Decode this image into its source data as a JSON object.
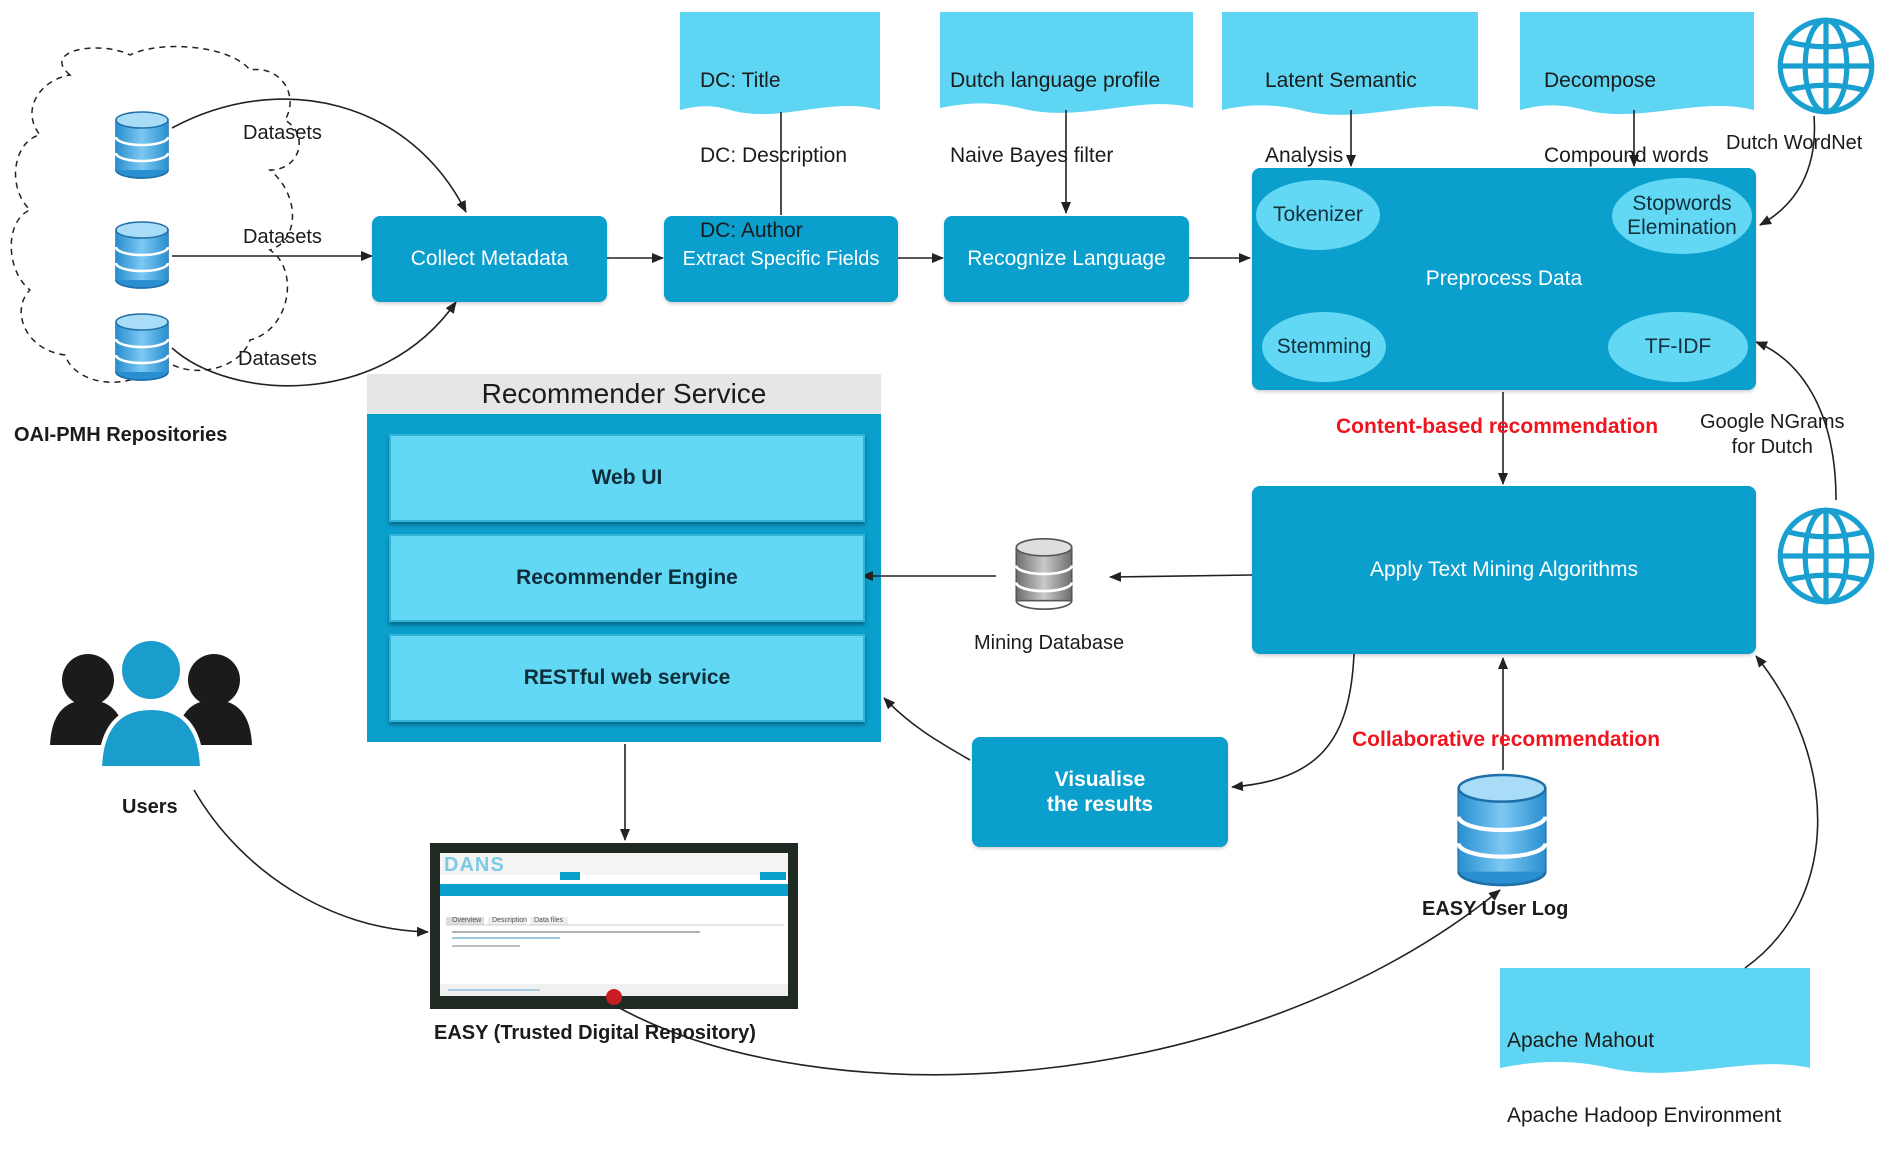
{
  "colors": {
    "process_box": "#0a9fcc",
    "light_box": "#63d8f5",
    "document_shape": "#5dd5f3",
    "emphasis_text": "#f0141e",
    "arrow": "#222222"
  },
  "repositories": {
    "label": "OAI-PMH Repositories",
    "datasets": [
      "Datasets",
      "Datasets",
      "Datasets"
    ]
  },
  "processes": {
    "collect": "Collect Metadata",
    "extract": "Extract Specific Fields",
    "recognize": "Recognize Language",
    "preprocess": "Preprocess Data",
    "apply": "Apply Text Mining Algorithms",
    "visualise_line1": "Visualise",
    "visualise_line2": "the results"
  },
  "preprocess_steps": {
    "tokenizer": "Tokenizer",
    "stopwords_line1": "Stopwords",
    "stopwords_line2": "Elemination",
    "stemming": "Stemming",
    "tfidf": "TF-IDF"
  },
  "documents": {
    "dc_fields": [
      "DC: Title",
      "DC: Description",
      "DC: Author"
    ],
    "language": [
      "Dutch language profile",
      "Naive Bayes filter"
    ],
    "lsa": [
      "Latent Semantic",
      "Analysis"
    ],
    "compound": [
      "Decompose",
      "Compound words"
    ],
    "mahout": [
      "Apache Mahout",
      "Apache Hadoop Environment"
    ]
  },
  "external": {
    "wordnet": "Dutch WordNet",
    "ngrams_line1": "Google NGrams",
    "ngrams_line2": "for Dutch"
  },
  "recommender": {
    "title": "Recommender Service",
    "layers": [
      "Web UI",
      "Recommender Engine",
      "RESTful web service"
    ]
  },
  "databases": {
    "mining": "Mining Database",
    "user_log": "EASY User Log"
  },
  "recommendations": {
    "content": "Content-based recommendation",
    "collaborative": "Collaborative recommendation"
  },
  "actors": {
    "users": "Users",
    "easy": "EASY (Trusted Digital Repository)"
  },
  "easy_screenshot": {
    "logo": "DANS",
    "tabs": [
      "Overview",
      "Description",
      "Data files"
    ]
  },
  "icons": {
    "database": "database-icon",
    "globe": "globe-icon",
    "users": "users-group-icon",
    "cloud": "cloud-outline"
  }
}
